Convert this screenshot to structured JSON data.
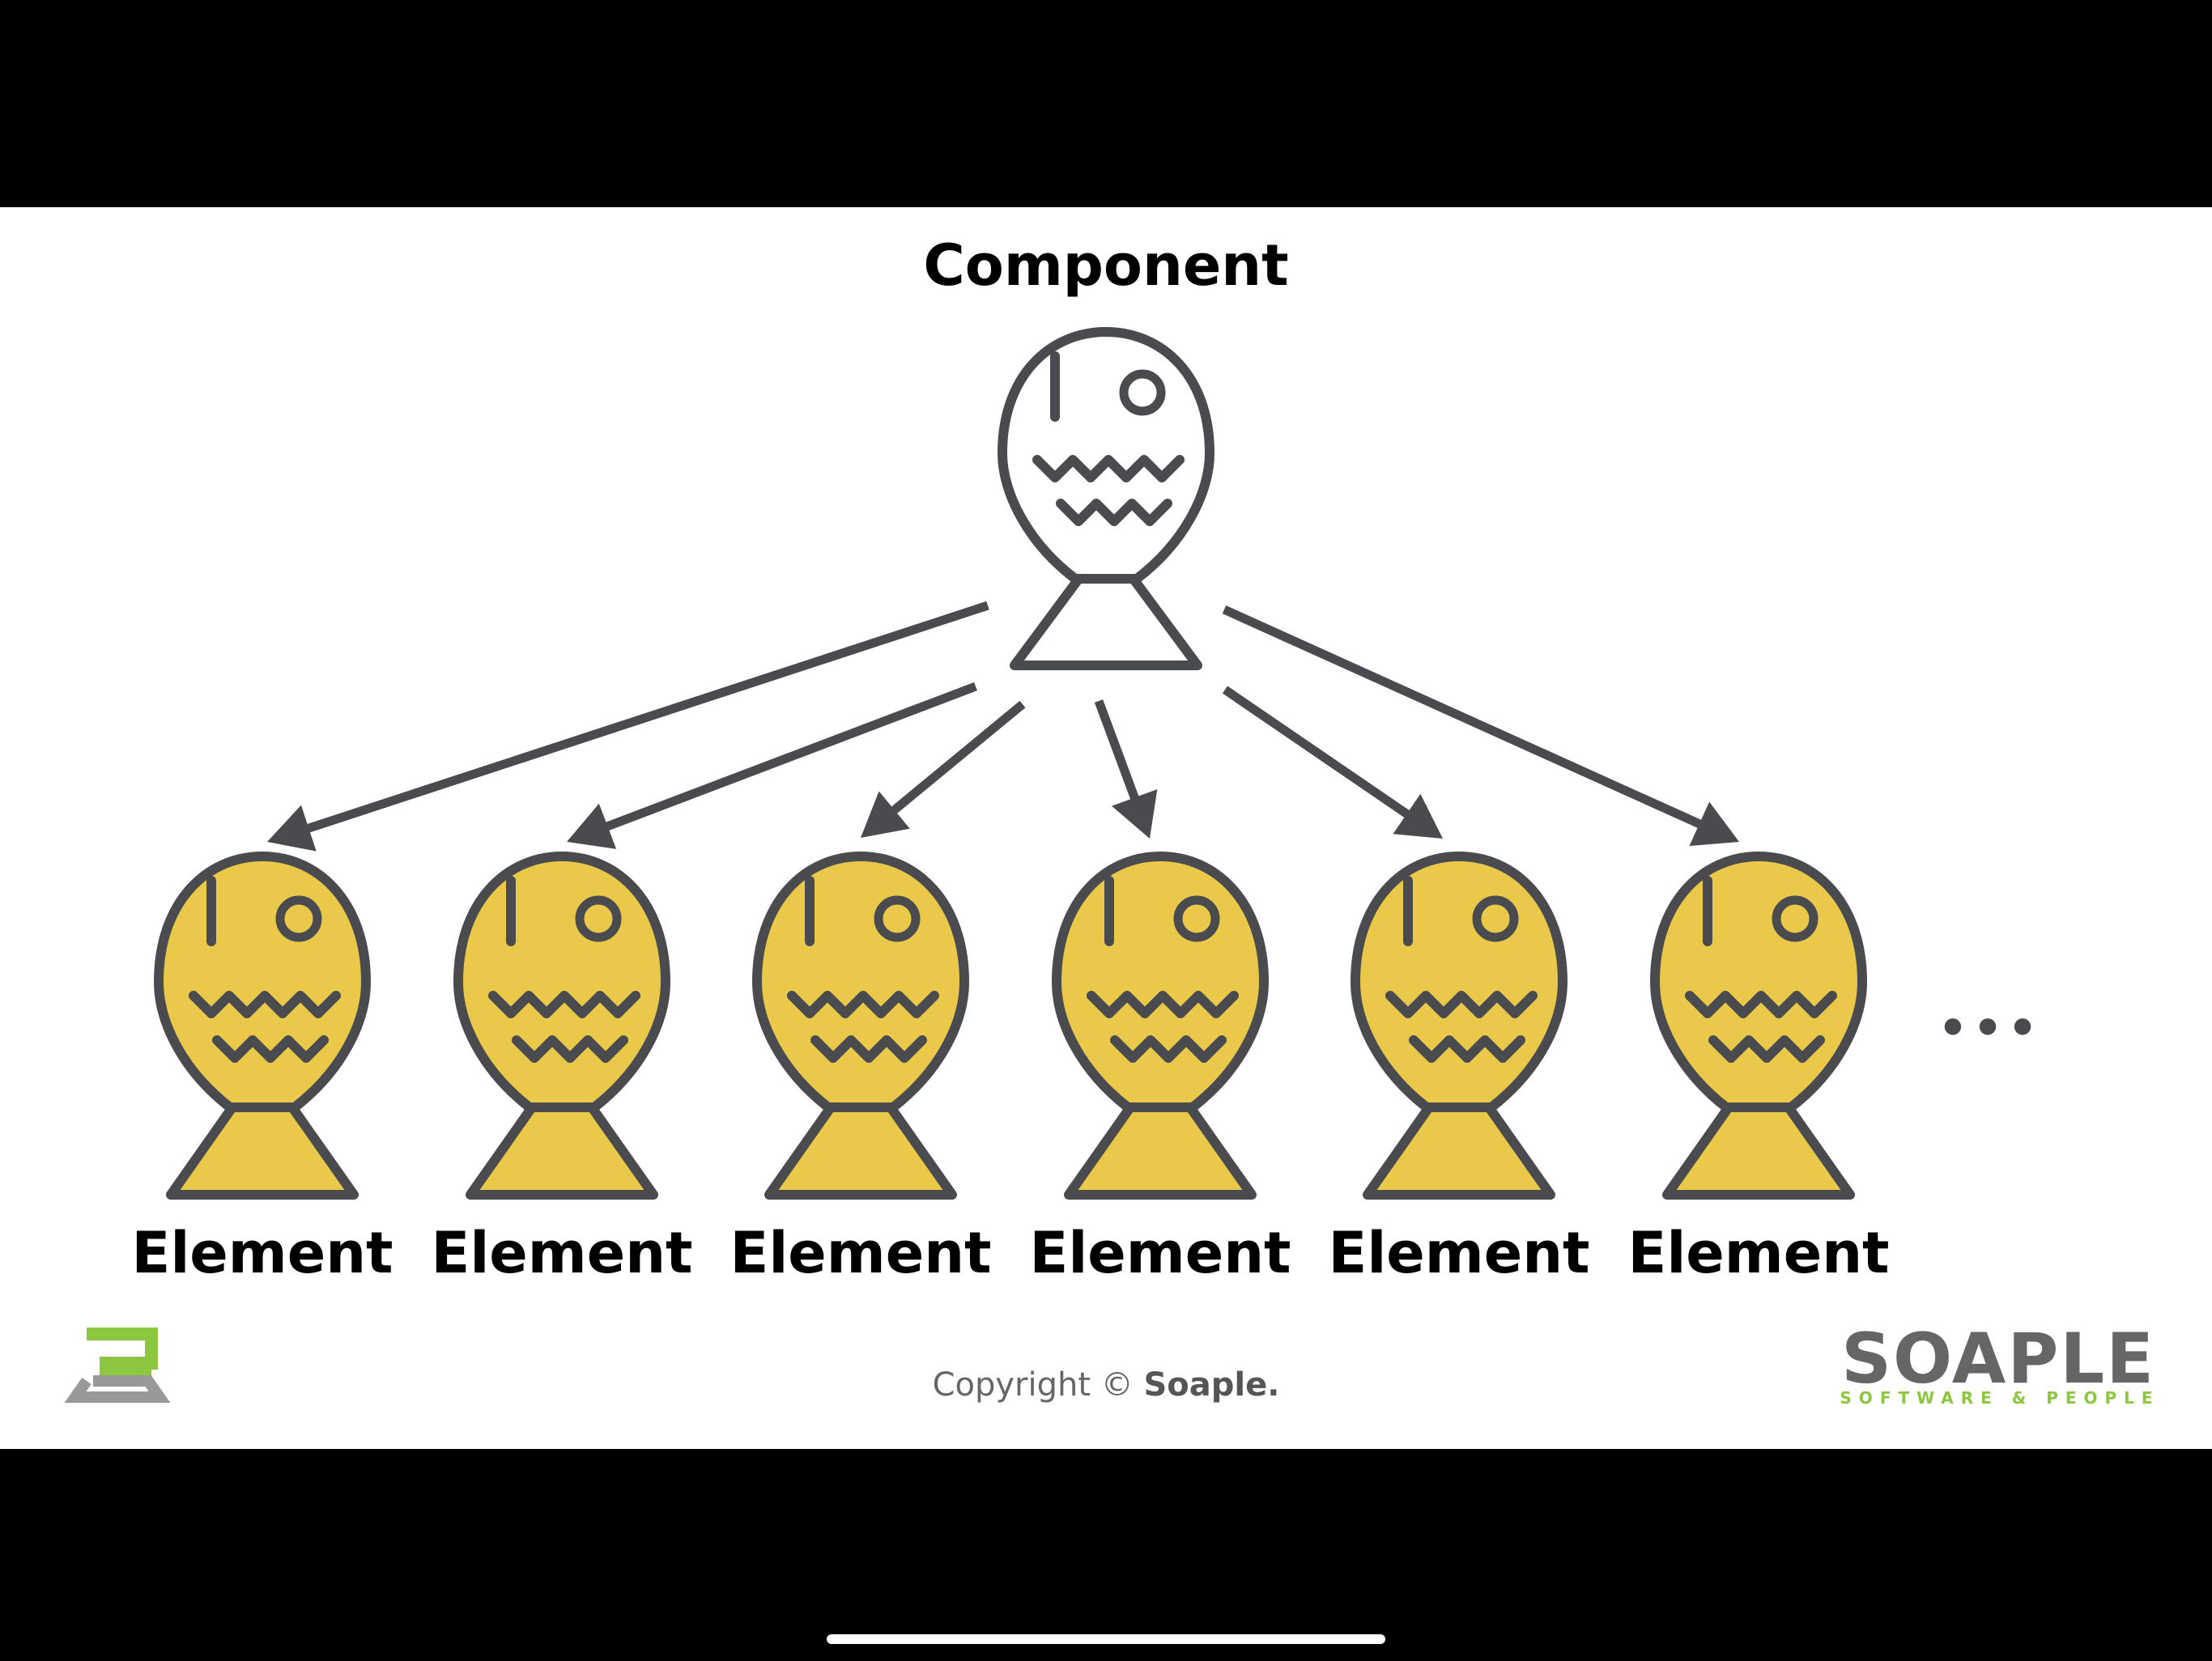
{
  "slide": {
    "title": "Component",
    "element_label": "Element",
    "element_labels": [
      "Element",
      "Element",
      "Element",
      "Element",
      "Element",
      "Element"
    ],
    "ellipsis": "•••",
    "copyright_prefix": "Copyright © ",
    "copyright_brand": "Soaple.",
    "logo_main": "SOAPLE",
    "logo_tagline": "SOFTWARE & PEOPLE"
  },
  "colors": {
    "screen_bg": "#000000",
    "slide_bg": "#ffffff",
    "outline": "#4a4b4f",
    "element_fill": "#e9c84a",
    "component_fill": "#ffffff",
    "logo_green": "#8dc63f",
    "logo_gray": "#666666",
    "copyright_gray": "#666666"
  },
  "icons": {
    "component": "fish-outline-icon",
    "element": "fish-filled-icon",
    "logo": "soaple-logo-icon"
  }
}
